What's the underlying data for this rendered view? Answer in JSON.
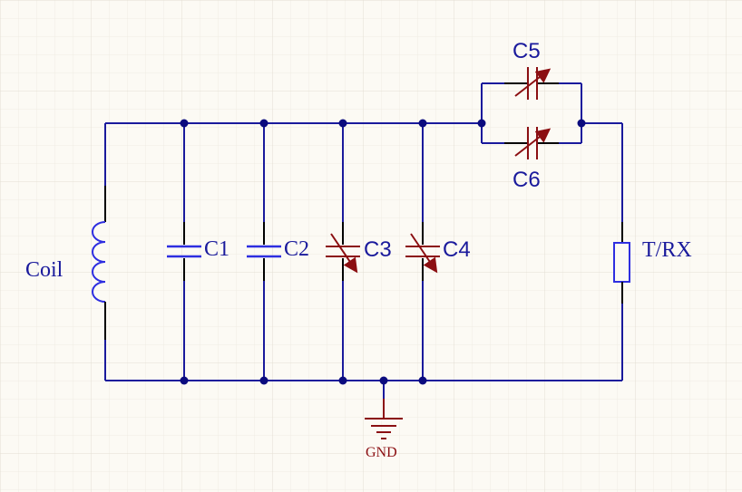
{
  "labels": {
    "coil": "Coil",
    "c1": "C1",
    "c2": "C2",
    "c3": "C3",
    "c4": "C4",
    "c5": "C5",
    "c6": "C6",
    "trx": "T/RX",
    "gnd": "GND"
  },
  "colors": {
    "wire": "#1a1a9c",
    "fixed_component": "#2e2ee0",
    "variable_component": "#8b0f12",
    "junction": "#0b0b7e",
    "background": "#fcfaf4",
    "grid": "#ece9df"
  }
}
